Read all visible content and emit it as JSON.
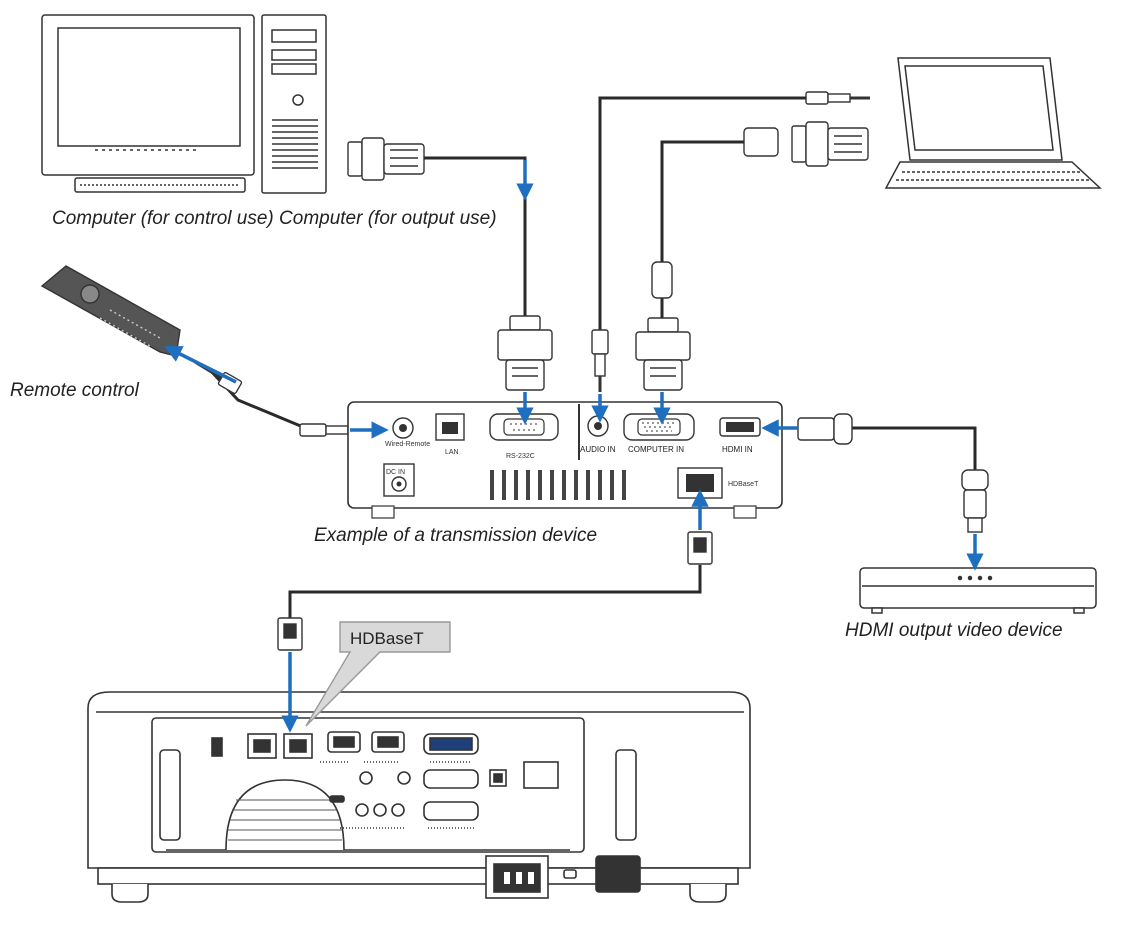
{
  "captions": {
    "computers": "Computer (for control use) Computer (for output use)",
    "remote": "Remote control",
    "transmission": "Example of a transmission device",
    "hdmi_device": "HDMI output video device",
    "hdbaset_callout": "HDBaseT"
  },
  "transmitter_ports": {
    "wired_remote": "Wired-Remote",
    "lan": "LAN",
    "rs232c": "RS-232C",
    "audio_in": "AUDIO IN",
    "computer_in": "COMPUTER IN",
    "hdmi_in": "HDMI IN",
    "dc_in": "DC IN",
    "hdbaset": "HDBaseT"
  },
  "colors": {
    "arrow": "#1f6fc1",
    "cable": "#2a2a2a",
    "outline": "#333333",
    "callout_fill": "#d9d9d9"
  }
}
